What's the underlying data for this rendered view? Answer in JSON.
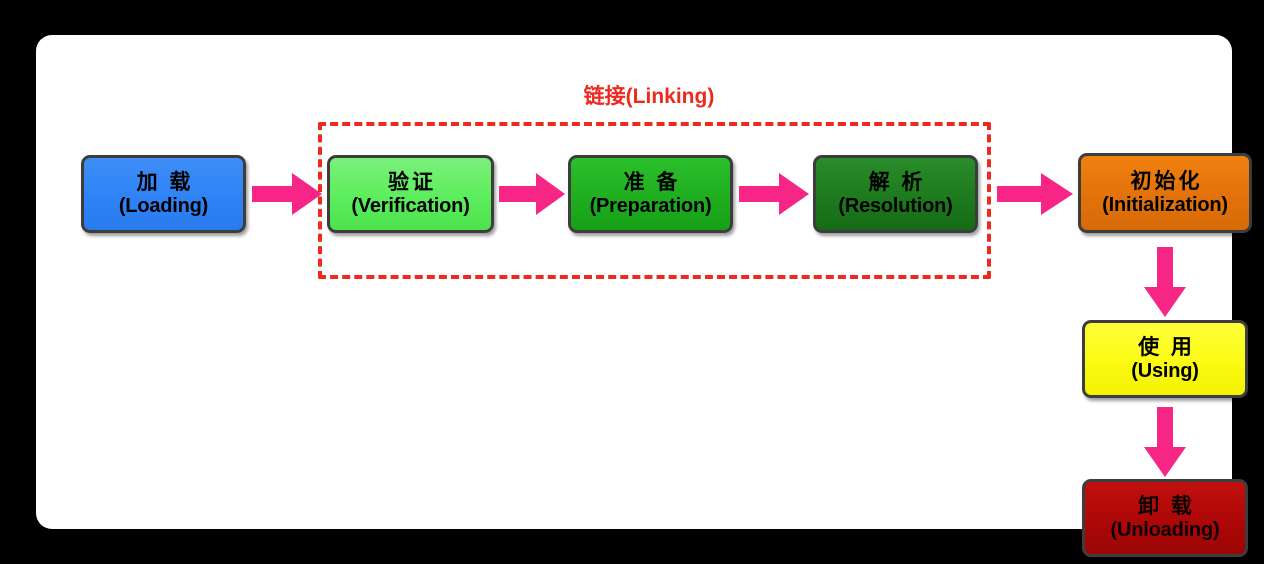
{
  "diagram": {
    "title_visible": false,
    "group": {
      "label": "链接(Linking)",
      "label_color": "#ee2a1e",
      "border_style": "dashed",
      "border_color": "#ee2a1e"
    },
    "nodes": [
      {
        "id": "loading",
        "cn": "加 载",
        "en": "(Loading)",
        "color": "#2f83f5"
      },
      {
        "id": "verification",
        "cn": "验证",
        "en": "(Verification)",
        "color": "#5ced5c"
      },
      {
        "id": "preparation",
        "cn": "准 备",
        "en": "(Preparation)",
        "color": "#1fae1f"
      },
      {
        "id": "resolution",
        "cn": "解 析",
        "en": "(Resolution)",
        "color": "#1d7a1d"
      },
      {
        "id": "initialization",
        "cn": "初始化",
        "en": "(Initialization)",
        "color": "#e2720a"
      },
      {
        "id": "using",
        "cn": "使 用",
        "en": "(Using)",
        "color": "#fbfb14"
      },
      {
        "id": "unloading",
        "cn": "卸 载",
        "en": "(Unloading)",
        "color": "#ad0707"
      }
    ],
    "arrows": {
      "color": "#f72585",
      "flow": [
        {
          "from": "loading",
          "to": "verification",
          "direction": "right"
        },
        {
          "from": "verification",
          "to": "preparation",
          "direction": "right"
        },
        {
          "from": "preparation",
          "to": "resolution",
          "direction": "right"
        },
        {
          "from": "resolution",
          "to": "initialization",
          "direction": "right"
        },
        {
          "from": "initialization",
          "to": "using",
          "direction": "down"
        },
        {
          "from": "using",
          "to": "unloading",
          "direction": "down"
        }
      ]
    },
    "background": "#000000",
    "panel_color": "#ffffff"
  }
}
